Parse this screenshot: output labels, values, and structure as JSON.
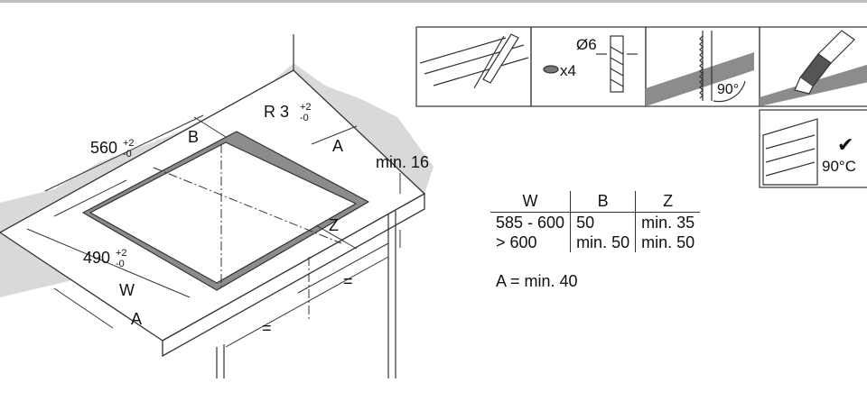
{
  "labels": {
    "width_dim": "560",
    "width_dim_tol_up": "+2",
    "width_dim_tol_down": "-0",
    "depth_dim": "490",
    "depth_dim_tol_up": "+2",
    "depth_dim_tol_down": "-0",
    "radius": "R 3",
    "radius_tol_up": "+2",
    "radius_tol_down": "-0",
    "b": "B",
    "a_top": "A",
    "a_bottom": "A",
    "w": "W",
    "z": "Z",
    "min16": "min. 16",
    "eq1": "=",
    "eq2": "="
  },
  "steps": {
    "drill": "Ø6",
    "times": "x4",
    "angle_saw": "90°",
    "angle_check": "90°C",
    "check_mark": "✔"
  },
  "table": {
    "headers": [
      "W",
      "B",
      "Z"
    ],
    "rows": [
      [
        "585 - 600",
        "50",
        "min. 35"
      ],
      [
        "> 600",
        "min. 50",
        "min. 50"
      ]
    ]
  },
  "note": "A = min. 40"
}
